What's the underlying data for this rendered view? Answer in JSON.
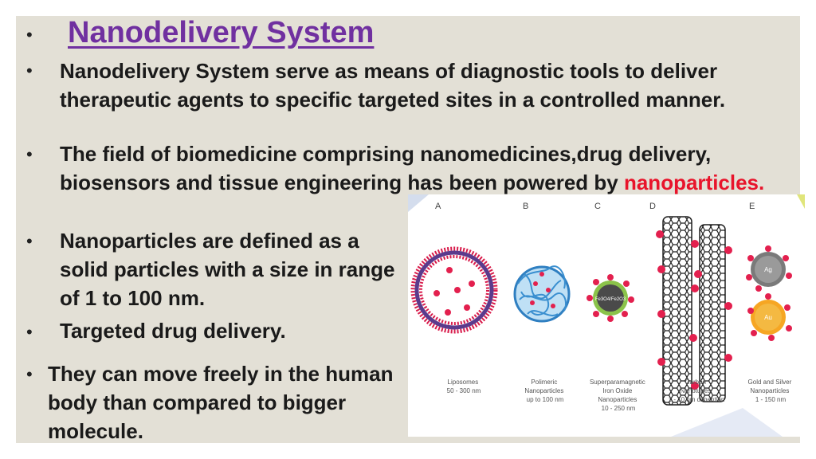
{
  "slide": {
    "title": "Nanodelivery System",
    "bullets": [
      "Nanodelivery System serve as means of diagnostic tools to deliver therapeutic agents to specific targeted sites in a controlled manner.",
      "The field of biomedicine comprising nanomedicines,drug delivery, biosensors and tissue engineering has been powered by ",
      "Nanoparticles are defined as a solid particles with a size in range of 1 to 100 nm.",
      "Targeted drug delivery.",
      "They can move freely in the human body than compared to bigger molecule."
    ],
    "highlight": "nanoparticles.",
    "bullet_char": "•",
    "colors": {
      "title": "#7030a0",
      "highlight": "#e8142b",
      "background": "#e3e0d6"
    }
  },
  "figure": {
    "panel_letters": [
      "A",
      "B",
      "C",
      "D",
      "E"
    ],
    "core_labels": [
      "Fe3O4/Fe2O3",
      "Ag",
      "Au"
    ],
    "captions": [
      [
        "Liposomes",
        "50 - 300 nm"
      ],
      [
        "Polimeric",
        "Nanoparticles",
        "up to 100 nm"
      ],
      [
        "Superparamagnetic",
        "Iron Oxide",
        "Nanoparticles",
        "10 - 250 nm"
      ],
      [
        "Carbon",
        "Nanotubes",
        "1 - 10 nm dimention"
      ],
      [
        "Gold and Silver",
        "Nanoparticles",
        "1 - 150 nm"
      ]
    ]
  }
}
